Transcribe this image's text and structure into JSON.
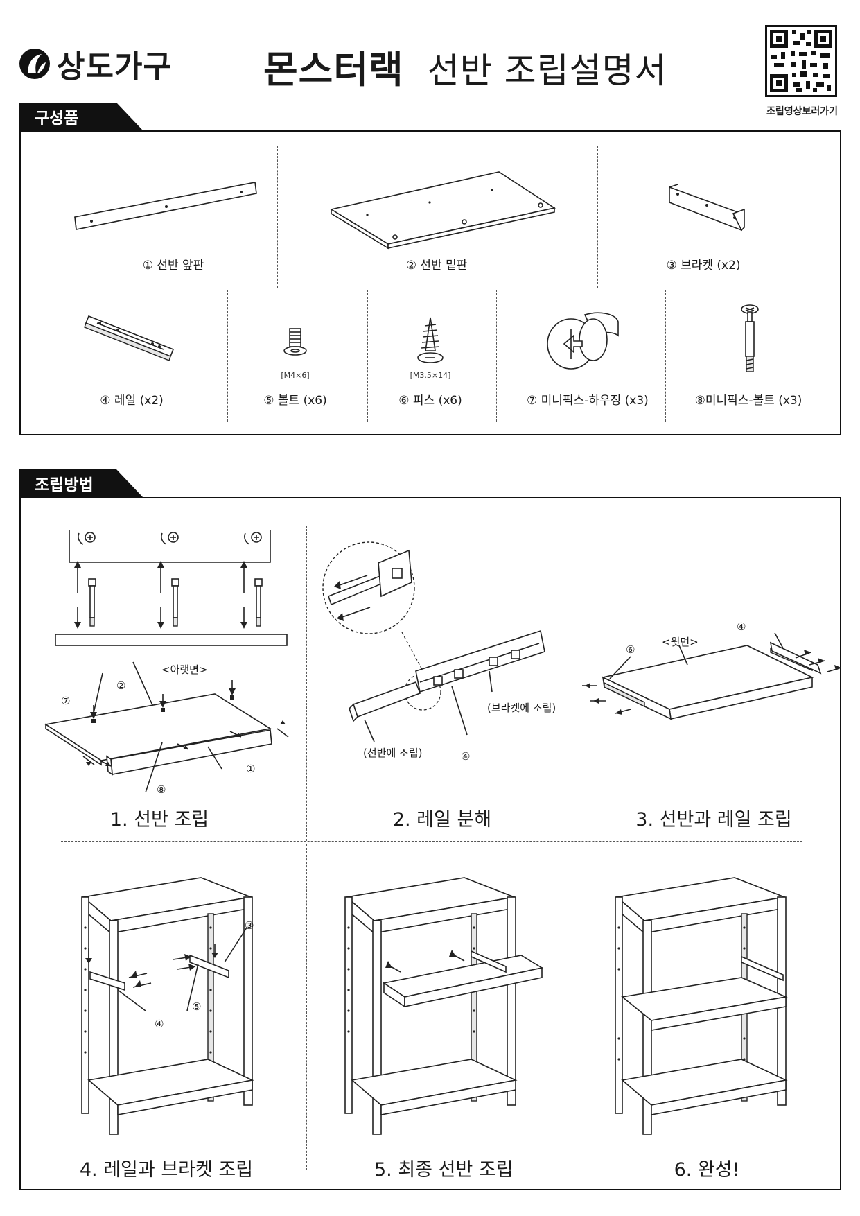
{
  "header": {
    "brand": "상도가구",
    "title_main": "몬스터랙",
    "title_sub": "선반 조립설명서",
    "qr_caption": "조립영상보러가기"
  },
  "components": {
    "tab_label": "구성품",
    "parts": [
      {
        "label": "① 선반 앞판"
      },
      {
        "label": "② 선반 밑판"
      },
      {
        "label": "③ 브라켓 (x2)"
      },
      {
        "label": "④ 레일 (x2)"
      },
      {
        "label": "⑤ 볼트 (x6)",
        "spec": "[M4×6]"
      },
      {
        "label": "⑥ 피스 (x6)",
        "spec": "[M3.5×14]"
      },
      {
        "label": "⑦ 미니픽스-하우징 (x3)"
      },
      {
        "label": "⑧미니픽스-볼트 (x3)"
      }
    ]
  },
  "assembly": {
    "tab_label": "조립방법",
    "steps": [
      {
        "title": "1. 선반 조립"
      },
      {
        "title": "2. 레일 분해"
      },
      {
        "title": "3. 선반과 레일 조립"
      },
      {
        "title": "4. 레일과 브라켓 조립"
      },
      {
        "title": "5. 최종 선반 조립"
      },
      {
        "title": "6. 완성!"
      }
    ],
    "callouts": {
      "bottom_face": "<아랫면>",
      "top_face": "<윗면>",
      "shelf_side": "(선반에 조립)",
      "bracket_side": "(브라켓에 조립)",
      "n1": "①",
      "n2": "②",
      "n3": "③",
      "n4": "④",
      "n5": "⑤",
      "n6": "⑥",
      "n7": "⑦",
      "n8": "⑧"
    }
  }
}
